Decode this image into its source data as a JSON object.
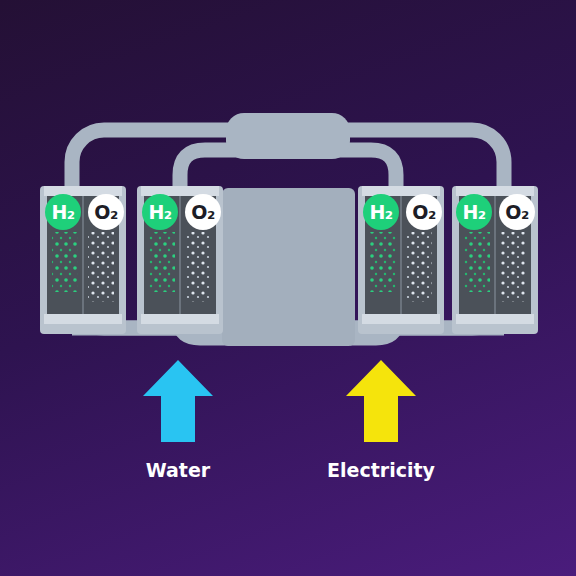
{
  "diagram": {
    "nodes": [
      {
        "text": [
          "H₂"
        ]
      },
      {
        "text": [
          "O₂"
        ]
      },
      {
        "text": [
          "H₂"
        ]
      },
      {
        "text": [
          "O₂"
        ]
      },
      {
        "text": [
          "H₂"
        ]
      },
      {
        "text": [
          "O₂"
        ]
      },
      {
        "text": [
          "H₂"
        ]
      },
      {
        "text": [
          "O₂"
        ]
      }
    ],
    "labels": [
      "Water",
      "Electricity"
    ]
  }
}
